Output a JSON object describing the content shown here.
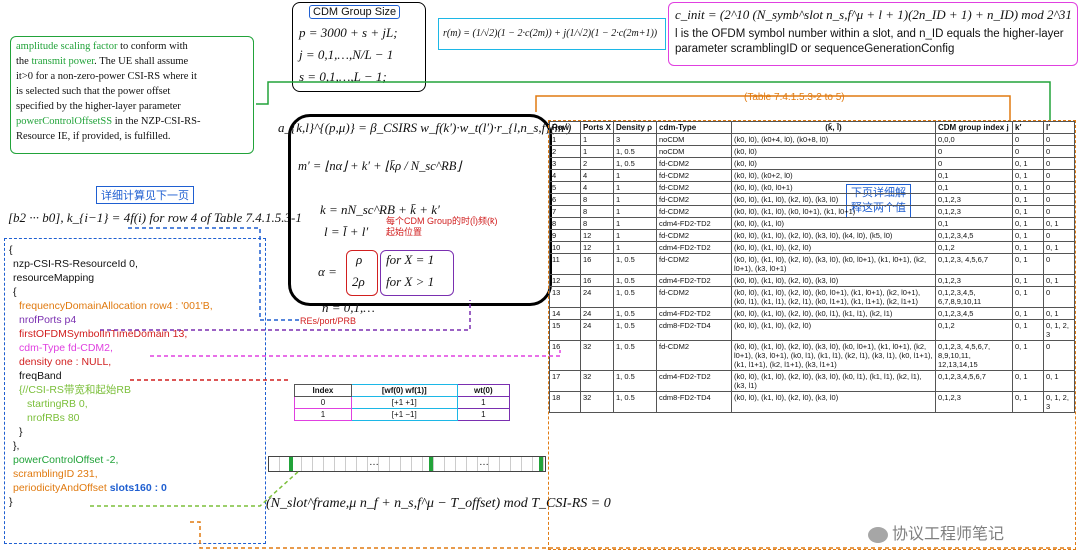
{
  "top": {
    "cdm_group_size_label": "CDM Group Size",
    "p_eq": "p = 3000 + s + jL;",
    "j_eq": "j = 0,1,…,N/L − 1",
    "s_eq": "s = 0,1,…,L − 1;",
    "r_eq": "r(m) = (1/√2)(1 − 2·c(2m)) + j(1/√2)(1 − 2·c(2m+1))",
    "cinit_eq": "c_init = (2^10 (N_symb^slot n_s,f^μ + l + 1)(2n_ID + 1) + n_ID) mod 2^31",
    "cinit_desc": "l is the OFDM symbol number within a slot, and n_ID equals the higher-layer parameter scramblingID or sequenceGenerationConfig"
  },
  "left_note": {
    "l1a": "amplitude scaling factor",
    "l1b": " to conform with",
    "l2a": "the ",
    "l2b": "transmit power",
    "l2c": ". The UE shall assume",
    "l3": "it>0 for a non-zero-power CSI-RS where it",
    "l4": "is selected such that the power offset",
    "l5": "specified by the higher-layer parameter",
    "l6a": "powerControlOffsetSS",
    "l6b": " in the NZP-CSI-RS-",
    "l7": "Resource IE, if provided, is fulfilled."
  },
  "detail_label": "详细计算见下一页",
  "bitmap_formula": "[b2 ··· b0], k_{i−1} = 4f(i) for row 4 of Table 7.4.1.5.3-1",
  "center_box": {
    "main_eq": "a_{k,l}^{(p,μ)} = β_CSIRS w_f(k′)·w_t(l′)·r_{l,n_s,f}(m′)",
    "m_eq": "m′ = ⌊nα⌋ + k′ + ⌊k̄ρ / N_sc^RB⌋",
    "k_eq": "k = nN_sc^RB + k̄ + k′",
    "l_eq": "l = l̄ + l′",
    "alpha_lhs": "α =",
    "alpha_a": "ρ",
    "alpha_b": "2ρ",
    "for_x1": "for X = 1",
    "for_x2": "for X > 1",
    "n_eq": "n = 0,1,…",
    "cdm_start_note": "每个CDM Group的时(l̄)频(k̄)",
    "cdm_start_note2": "起始位置",
    "res_note": "REs/port/PRB"
  },
  "table_ref": "(Table 7.4.1.5.3-2  to 5)",
  "lower_note": "下页详细解",
  "lower_note2": "释这两个值",
  "config": {
    "l1": "{",
    "l2": "nzp-CSI-RS-ResourceId 0,",
    "l3": "resourceMapping",
    "l4": "{",
    "l5": "frequencyDomainAllocation row4 : '001'B,",
    "l6": "nrofPorts p4",
    "l7": "firstOFDMSymbolInTimeDomain 13,",
    "l8": "cdm-Type fd-CDM2,",
    "l9": "density one : NULL,",
    "l10": "freqBand",
    "l11": "{//CSI-RS带宽和起始RB",
    "l12": "startingRB 0,",
    "l13": "nrofRBs 80",
    "l14": "}",
    "l15": "},",
    "l16": "powerControlOffset -2,",
    "l17": "scramblingID 231,",
    "l18a": "periodicityAndOffset ",
    "l18b": "slots160 : 0",
    "l19": "}"
  },
  "wtable": {
    "headers": [
      "Index",
      "[wf(0)  wf(1)]",
      "wt(0)"
    ],
    "rows": [
      [
        "0",
        "[+1  +1]",
        "1"
      ],
      [
        "1",
        "[+1  −1]",
        "1"
      ]
    ]
  },
  "slot_formula": "(N_slot^frame,μ n_f + n_s,f^μ − T_offset) mod T_CSI-RS = 0",
  "dots": "…",
  "main_table": {
    "headers": [
      "Row",
      "Ports X",
      "Density ρ",
      "cdm-Type",
      "(k̄, l̄)",
      "CDM group index j",
      "k′",
      "l′"
    ],
    "rows": [
      [
        "1",
        "1",
        "3",
        "noCDM",
        "(k0, l0), (k0+4, l0), (k0+8, l0)",
        "0,0,0",
        "0",
        "0"
      ],
      [
        "2",
        "1",
        "1, 0.5",
        "noCDM",
        "(k0, l0)",
        "0",
        "0",
        "0"
      ],
      [
        "3",
        "2",
        "1, 0.5",
        "fd-CDM2",
        "(k0, l0)",
        "0",
        "0, 1",
        "0"
      ],
      [
        "4",
        "4",
        "1",
        "fd-CDM2",
        "(k0, l0), (k0+2, l0)",
        "0,1",
        "0, 1",
        "0"
      ],
      [
        "5",
        "4",
        "1",
        "fd-CDM2",
        "(k0, l0), (k0, l0+1)",
        "0,1",
        "0, 1",
        "0"
      ],
      [
        "6",
        "8",
        "1",
        "fd-CDM2",
        "(k0, l0), (k1, l0), (k2, l0), (k3, l0)",
        "0,1,2,3",
        "0, 1",
        "0"
      ],
      [
        "7",
        "8",
        "1",
        "fd-CDM2",
        "(k0, l0), (k1, l0), (k0, l0+1), (k1, l0+1)",
        "0,1,2,3",
        "0, 1",
        "0"
      ],
      [
        "8",
        "8",
        "1",
        "cdm4-FD2-TD2",
        "(k0, l0), (k1, l0)",
        "0,1",
        "0, 1",
        "0, 1"
      ],
      [
        "9",
        "12",
        "1",
        "fd-CDM2",
        "(k0, l0), (k1, l0), (k2, l0), (k3, l0), (k4, l0), (k5, l0)",
        "0,1,2,3,4,5",
        "0, 1",
        "0"
      ],
      [
        "10",
        "12",
        "1",
        "cdm4-FD2-TD2",
        "(k0, l0), (k1, l0), (k2, l0)",
        "0,1,2",
        "0, 1",
        "0, 1"
      ],
      [
        "11",
        "16",
        "1, 0.5",
        "fd-CDM2",
        "(k0, l0), (k1, l0), (k2, l0), (k3, l0), (k0, l0+1), (k1, l0+1), (k2, l0+1), (k3, l0+1)",
        "0,1,2,3, 4,5,6,7",
        "0, 1",
        "0"
      ],
      [
        "12",
        "16",
        "1, 0.5",
        "cdm4-FD2-TD2",
        "(k0, l0), (k1, l0), (k2, l0), (k3, l0)",
        "0,1,2,3",
        "0, 1",
        "0, 1"
      ],
      [
        "13",
        "24",
        "1, 0.5",
        "fd-CDM2",
        "(k0, l0), (k1, l0), (k2, l0), (k0, l0+1), (k1, l0+1), (k2, l0+1), (k0, l1), (k1, l1), (k2, l1), (k0, l1+1), (k1, l1+1), (k2, l1+1)",
        "0,1,2,3,4,5, 6,7,8,9,10,11",
        "0, 1",
        "0"
      ],
      [
        "14",
        "24",
        "1, 0.5",
        "cdm4-FD2-TD2",
        "(k0, l0), (k1, l0), (k2, l0), (k0, l1), (k1, l1), (k2, l1)",
        "0,1,2,3,4,5",
        "0, 1",
        "0, 1"
      ],
      [
        "15",
        "24",
        "1, 0.5",
        "cdm8-FD2-TD4",
        "(k0, l0), (k1, l0), (k2, l0)",
        "0,1,2",
        "0, 1",
        "0, 1, 2, 3"
      ],
      [
        "16",
        "32",
        "1, 0.5",
        "fd-CDM2",
        "(k0, l0), (k1, l0), (k2, l0), (k3, l0), (k0, l0+1), (k1, l0+1), (k2, l0+1), (k3, l0+1), (k0, l1), (k1, l1), (k2, l1), (k3, l1), (k0, l1+1), (k1, l1+1), (k2, l1+1), (k3, l1+1)",
        "0,1,2,3, 4,5,6,7, 8,9,10,11, 12,13,14,15",
        "0, 1",
        "0"
      ],
      [
        "17",
        "32",
        "1, 0.5",
        "cdm4-FD2-TD2",
        "(k0, l0), (k1, l0), (k2, l0), (k3, l0), (k0, l1), (k1, l1), (k2, l1), (k3, l1)",
        "0,1,2,3,4,5,6,7",
        "0, 1",
        "0, 1"
      ],
      [
        "18",
        "32",
        "1, 0.5",
        "cdm8-FD2-TD4",
        "(k0, l0), (k1, l0), (k2, l0), (k3, l0)",
        "0,1,2,3",
        "0, 1",
        "0, 1, 2, 3"
      ]
    ]
  },
  "watermark": "协议工程师笔记",
  "colors": {
    "green": "#22a33a",
    "blue": "#1f5fd1",
    "purple": "#7a2fb0",
    "red": "#d11f1f",
    "orange": "#e07a10",
    "magenta": "#e040e0",
    "cyan": "#1cb7e6"
  }
}
